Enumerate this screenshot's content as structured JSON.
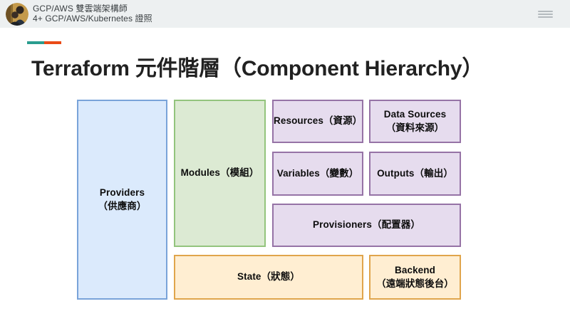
{
  "header": {
    "profile_name": "GCP/AWS 雙雲端架構師",
    "profile_subtitle": "4+ GCP/AWS/Kubernetes 證照"
  },
  "slide": {
    "title": "Terraform 元件階層（Component Hierarchy）",
    "accent_bar": {
      "teal": "#2a9d8f",
      "orange": "#ea4b17"
    }
  },
  "diagram": {
    "palette": {
      "blue_fill": "#dbeafc",
      "blue_border": "#79a3d9",
      "green_fill": "#dcead3",
      "green_border": "#93c47d",
      "purple_fill": "#e6dcee",
      "purple_border": "#9673a6",
      "yellow_fill": "#ffeed2",
      "yellow_border": "#e0a54c"
    },
    "boxes": {
      "providers": {
        "lines": [
          "Providers",
          "（供應商）"
        ],
        "color": "blue"
      },
      "modules": {
        "lines": [
          "Modules（模組）"
        ],
        "color": "green"
      },
      "resources": {
        "lines": [
          "Resources（資源）"
        ],
        "color": "purple"
      },
      "data_sources": {
        "lines": [
          "Data Sources",
          "（資料來源）"
        ],
        "color": "purple"
      },
      "variables": {
        "lines": [
          "Variables（變數）"
        ],
        "color": "purple"
      },
      "outputs": {
        "lines": [
          "Outputs（輸出）"
        ],
        "color": "purple"
      },
      "provisioners": {
        "lines": [
          "Provisioners（配置器）"
        ],
        "color": "purple"
      },
      "state": {
        "lines": [
          "State（狀態）"
        ],
        "color": "yellow"
      },
      "backend": {
        "lines": [
          "Backend",
          "（遠端狀態後台）"
        ],
        "color": "yellow"
      }
    }
  }
}
